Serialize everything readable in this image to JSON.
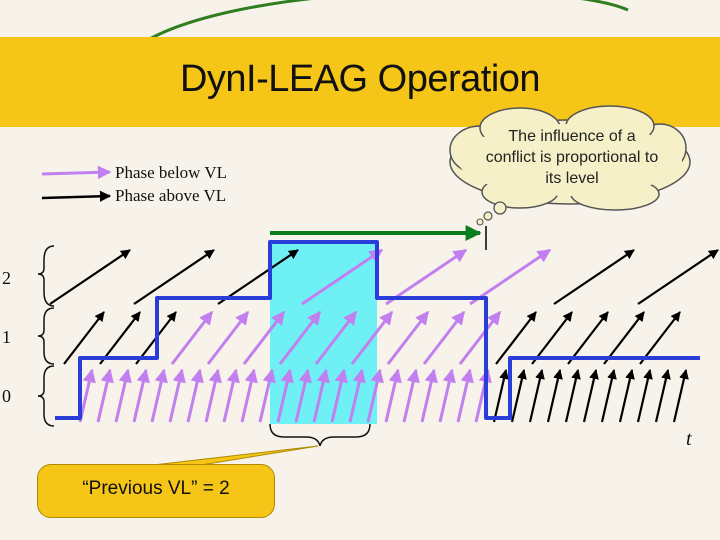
{
  "title": "DynI-LEAG Operation",
  "legend": {
    "below": "Phase below VL",
    "above": "Phase above VL"
  },
  "cloud_note": "The influence of a conflict is proportional to its level",
  "levels": [
    "2",
    "1",
    "0"
  ],
  "time_label": "t",
  "callout": "“Previous VL” = 2",
  "colors": {
    "title_band": "#f5c518",
    "below_vl_arrow": "#c27ff0",
    "above_vl_arrow": "#000000",
    "vl_line": "#2a3dd8",
    "highlight": "#6ff0f5",
    "green_arrow": "#0a7d1e"
  }
}
